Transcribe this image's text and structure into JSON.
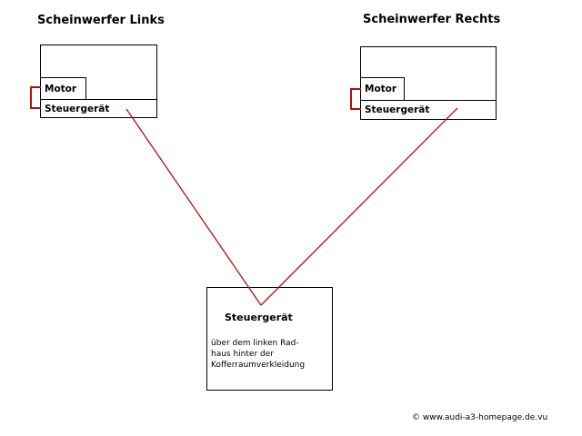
{
  "colors": {
    "wire": "#b01010",
    "outline": "#000000",
    "background": "#ffffff"
  },
  "left": {
    "title": "Scheinwerfer Links",
    "motor": "Motor",
    "controller": "Steuergerät"
  },
  "right": {
    "title": "Scheinwerfer Rechts",
    "motor": "Motor",
    "controller": "Steuergerät"
  },
  "central": {
    "title": "Steuergerät",
    "description_lines": [
      "über dem linken Rad-",
      "haus hinter der",
      "Kofferraumverkleidung"
    ]
  },
  "footer": {
    "copyright": "© www.audi-a3-homepage.de.vu"
  }
}
